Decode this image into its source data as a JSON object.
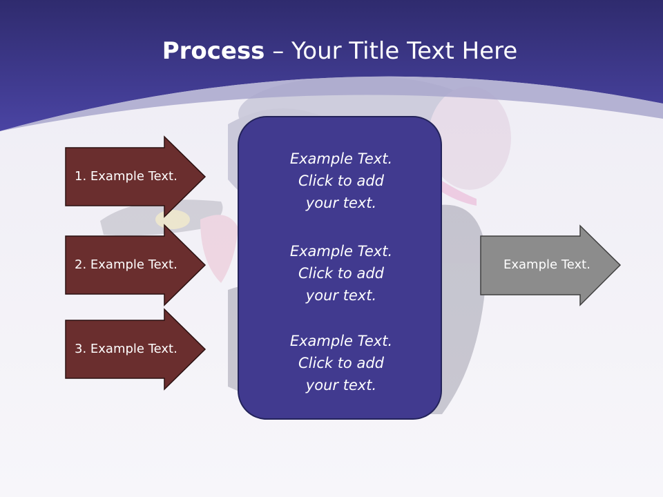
{
  "slide": {
    "title_bold": "Process",
    "title_rest": " – Your Title Text Here"
  },
  "inputs": [
    {
      "label": "1. Example Text."
    },
    {
      "label": "2. Example Text."
    },
    {
      "label": "3. Example Text."
    }
  ],
  "center_blocks": [
    {
      "line1": "Example Text.",
      "line2": "Click  to add",
      "line3": "your text."
    },
    {
      "line1": "Example Text.",
      "line2": "Click  to add",
      "line3": "your text."
    },
    {
      "line1": "Example Text.",
      "line2": "Click  to add",
      "line3": "your text."
    }
  ],
  "output": {
    "label": "Example Text."
  },
  "colors": {
    "header": "#3f3a8e",
    "input_arrow": "#6a2e2e",
    "center_box": "#413a8f",
    "output_arrow": "#8c8c8c",
    "text": "#ffffff"
  }
}
